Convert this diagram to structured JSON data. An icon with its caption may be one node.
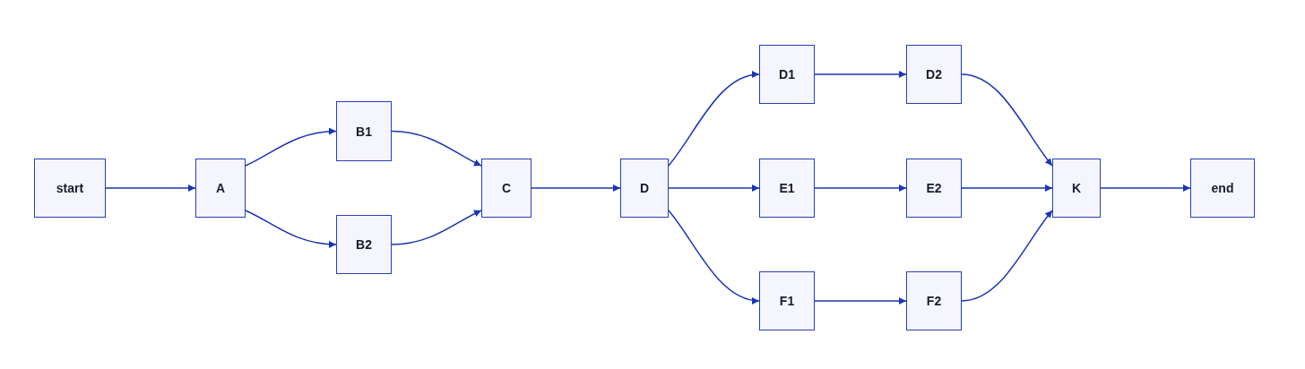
{
  "diagram": {
    "nodes": [
      {
        "text": [
          "start"
        ]
      },
      {
        "text": [
          "A"
        ]
      },
      {
        "text": [
          "B1"
        ]
      },
      {
        "text": [
          "B2"
        ]
      },
      {
        "text": [
          "C"
        ]
      },
      {
        "text": [
          "D"
        ]
      },
      {
        "text": [
          "D1"
        ]
      },
      {
        "text": [
          "D2"
        ]
      },
      {
        "text": [
          "E1"
        ]
      },
      {
        "text": [
          "E2"
        ]
      },
      {
        "text": [
          "F1"
        ]
      },
      {
        "text": [
          "F2"
        ]
      },
      {
        "text": [
          "K"
        ]
      },
      {
        "text": [
          "end"
        ]
      }
    ],
    "edges": [
      {
        "from": 0,
        "to": 1,
        "arrow": "to"
      },
      {
        "from": 1,
        "to": 2,
        "arrow": "to"
      },
      {
        "from": 1,
        "to": 3,
        "arrow": "to"
      },
      {
        "from": 2,
        "to": 4,
        "arrow": "to"
      },
      {
        "from": 3,
        "to": 4,
        "arrow": "to"
      },
      {
        "from": 4,
        "to": 5,
        "arrow": "to"
      },
      {
        "from": 5,
        "to": 6,
        "arrow": "to"
      },
      {
        "from": 5,
        "to": 8,
        "arrow": "to"
      },
      {
        "from": 5,
        "to": 10,
        "arrow": "to"
      },
      {
        "from": 6,
        "to": 7,
        "arrow": "to"
      },
      {
        "from": 8,
        "to": 9,
        "arrow": "to"
      },
      {
        "from": 10,
        "to": 11,
        "arrow": "to"
      },
      {
        "from": 7,
        "to": 12,
        "arrow": "to"
      },
      {
        "from": 9,
        "to": 12,
        "arrow": "to"
      },
      {
        "from": 11,
        "to": 12,
        "arrow": "to"
      },
      {
        "from": 12,
        "to": 13,
        "arrow": "to"
      }
    ]
  }
}
